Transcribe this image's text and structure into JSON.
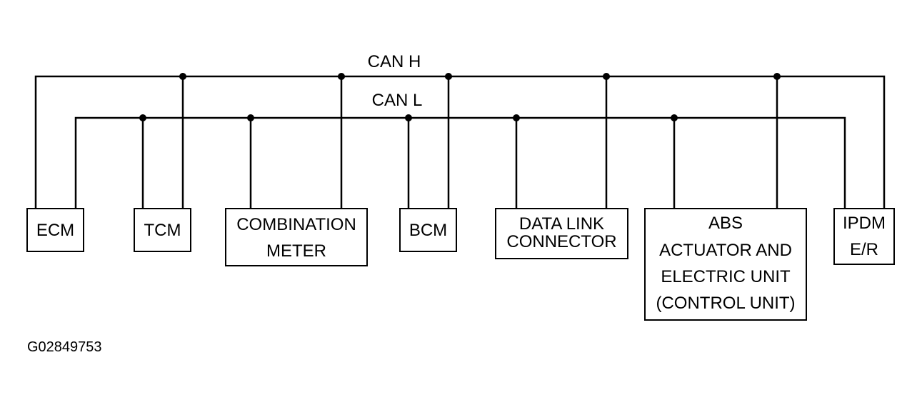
{
  "bus": {
    "can_h_label": "CAN H",
    "can_l_label": "CAN L"
  },
  "modules": {
    "ecm": [
      "ECM"
    ],
    "tcm": [
      "TCM"
    ],
    "combination_meter": [
      "COMBINATION",
      "METER"
    ],
    "bcm": [
      "BCM"
    ],
    "data_link_connector": [
      "DATA LINK",
      "CONNECTOR"
    ],
    "abs": [
      "ABS",
      "ACTUATOR AND",
      "ELECTRIC UNIT",
      "(CONTROL UNIT)"
    ],
    "ipdm": [
      "IPDM",
      "E/R"
    ]
  },
  "figure_id": "G02849753"
}
